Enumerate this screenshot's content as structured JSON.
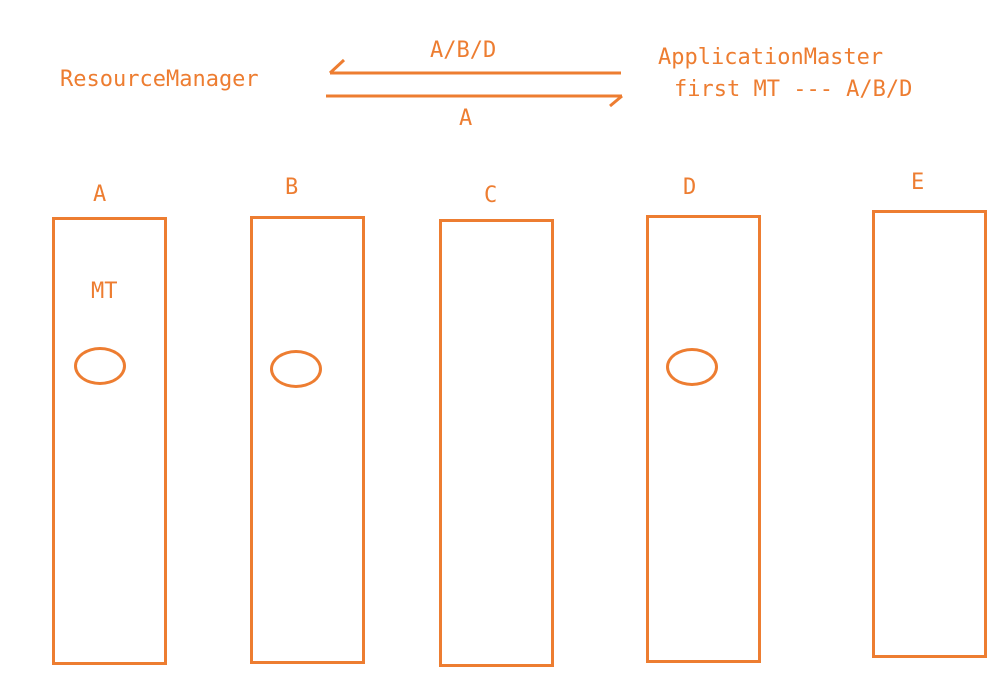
{
  "header": {
    "resource_manager": "ResourceManager",
    "application_master": "ApplicationMaster",
    "am_note": "first MT --- A/B/D",
    "request_label": "A/B/D",
    "response_label": "A"
  },
  "nodes": [
    {
      "label": "A",
      "task_label": "MT",
      "has_task": true
    },
    {
      "label": "B",
      "has_task": true
    },
    {
      "label": "C",
      "has_task": false
    },
    {
      "label": "D",
      "has_task": true
    },
    {
      "label": "E",
      "has_task": false
    }
  ],
  "colors": {
    "stroke": "#ED7D31",
    "background": "#FFFFFF"
  }
}
